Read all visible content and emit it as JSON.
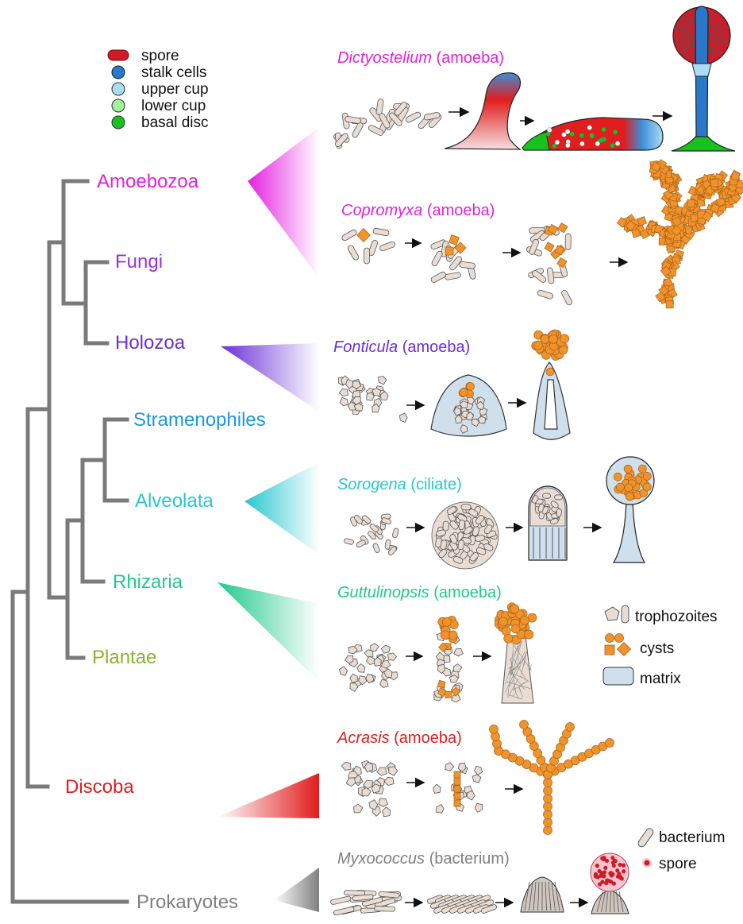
{
  "colors": {
    "tree": "#7a7a7a",
    "amoebozoa": "#e61fe0",
    "fungi": "#9a30d8",
    "holozoa": "#6a2fd6",
    "stramenophiles": "#1f97d8",
    "alveolata": "#28c6cf",
    "rhizaria": "#22c98a",
    "plantae": "#8db32c",
    "discoba": "#e11d1d",
    "prokaryotes": "#7f7f7f",
    "cell": "#e9ddd3",
    "cyst": "#f0932b",
    "matrix": "#cfe0ec",
    "spore": "#cf1a27",
    "stalk": "#2a78c9",
    "upper_cup": "#a9dcf5",
    "lower_cup": "#9ff39b",
    "basal_disc": "#17c21f"
  },
  "clades": {
    "amoebozoa": "Amoebozoa",
    "fungi": "Fungi",
    "holozoa": "Holozoa",
    "stramenophiles": "Stramenophiles",
    "alveolata": "Alveolata",
    "rhizaria": "Rhizaria",
    "plantae": "Plantae",
    "discoba": "Discoba",
    "prokaryotes": "Prokaryotes"
  },
  "organisms": {
    "dictyostelium": {
      "genus": "Dictyostelium",
      "type": "(amoeba)"
    },
    "copromyxa": {
      "genus": "Copromyxa",
      "type": "(amoeba)"
    },
    "fonticula": {
      "genus": "Fonticula",
      "type": "(amoeba)"
    },
    "sorogena": {
      "genus": "Sorogena",
      "type": "(ciliate)"
    },
    "guttulinopsis": {
      "genus": "Guttulinopsis",
      "type": "(amoeba)"
    },
    "acrasis": {
      "genus": "Acrasis",
      "type": "(amoeba)"
    },
    "myxococcus": {
      "genus": "Myxococcus",
      "type": "(bacterium)"
    }
  },
  "legend_dicty": {
    "spore": "spore",
    "stalk": "stalk cells",
    "upper_cup": "upper cup",
    "lower_cup": "lower cup",
    "basal_disc": "basal disc"
  },
  "legend_cells": {
    "trophozoites": "trophozoites",
    "cysts": "cysts",
    "matrix": "matrix"
  },
  "legend_bacteria": {
    "bacterium": "bacterium",
    "spore": "spore"
  }
}
